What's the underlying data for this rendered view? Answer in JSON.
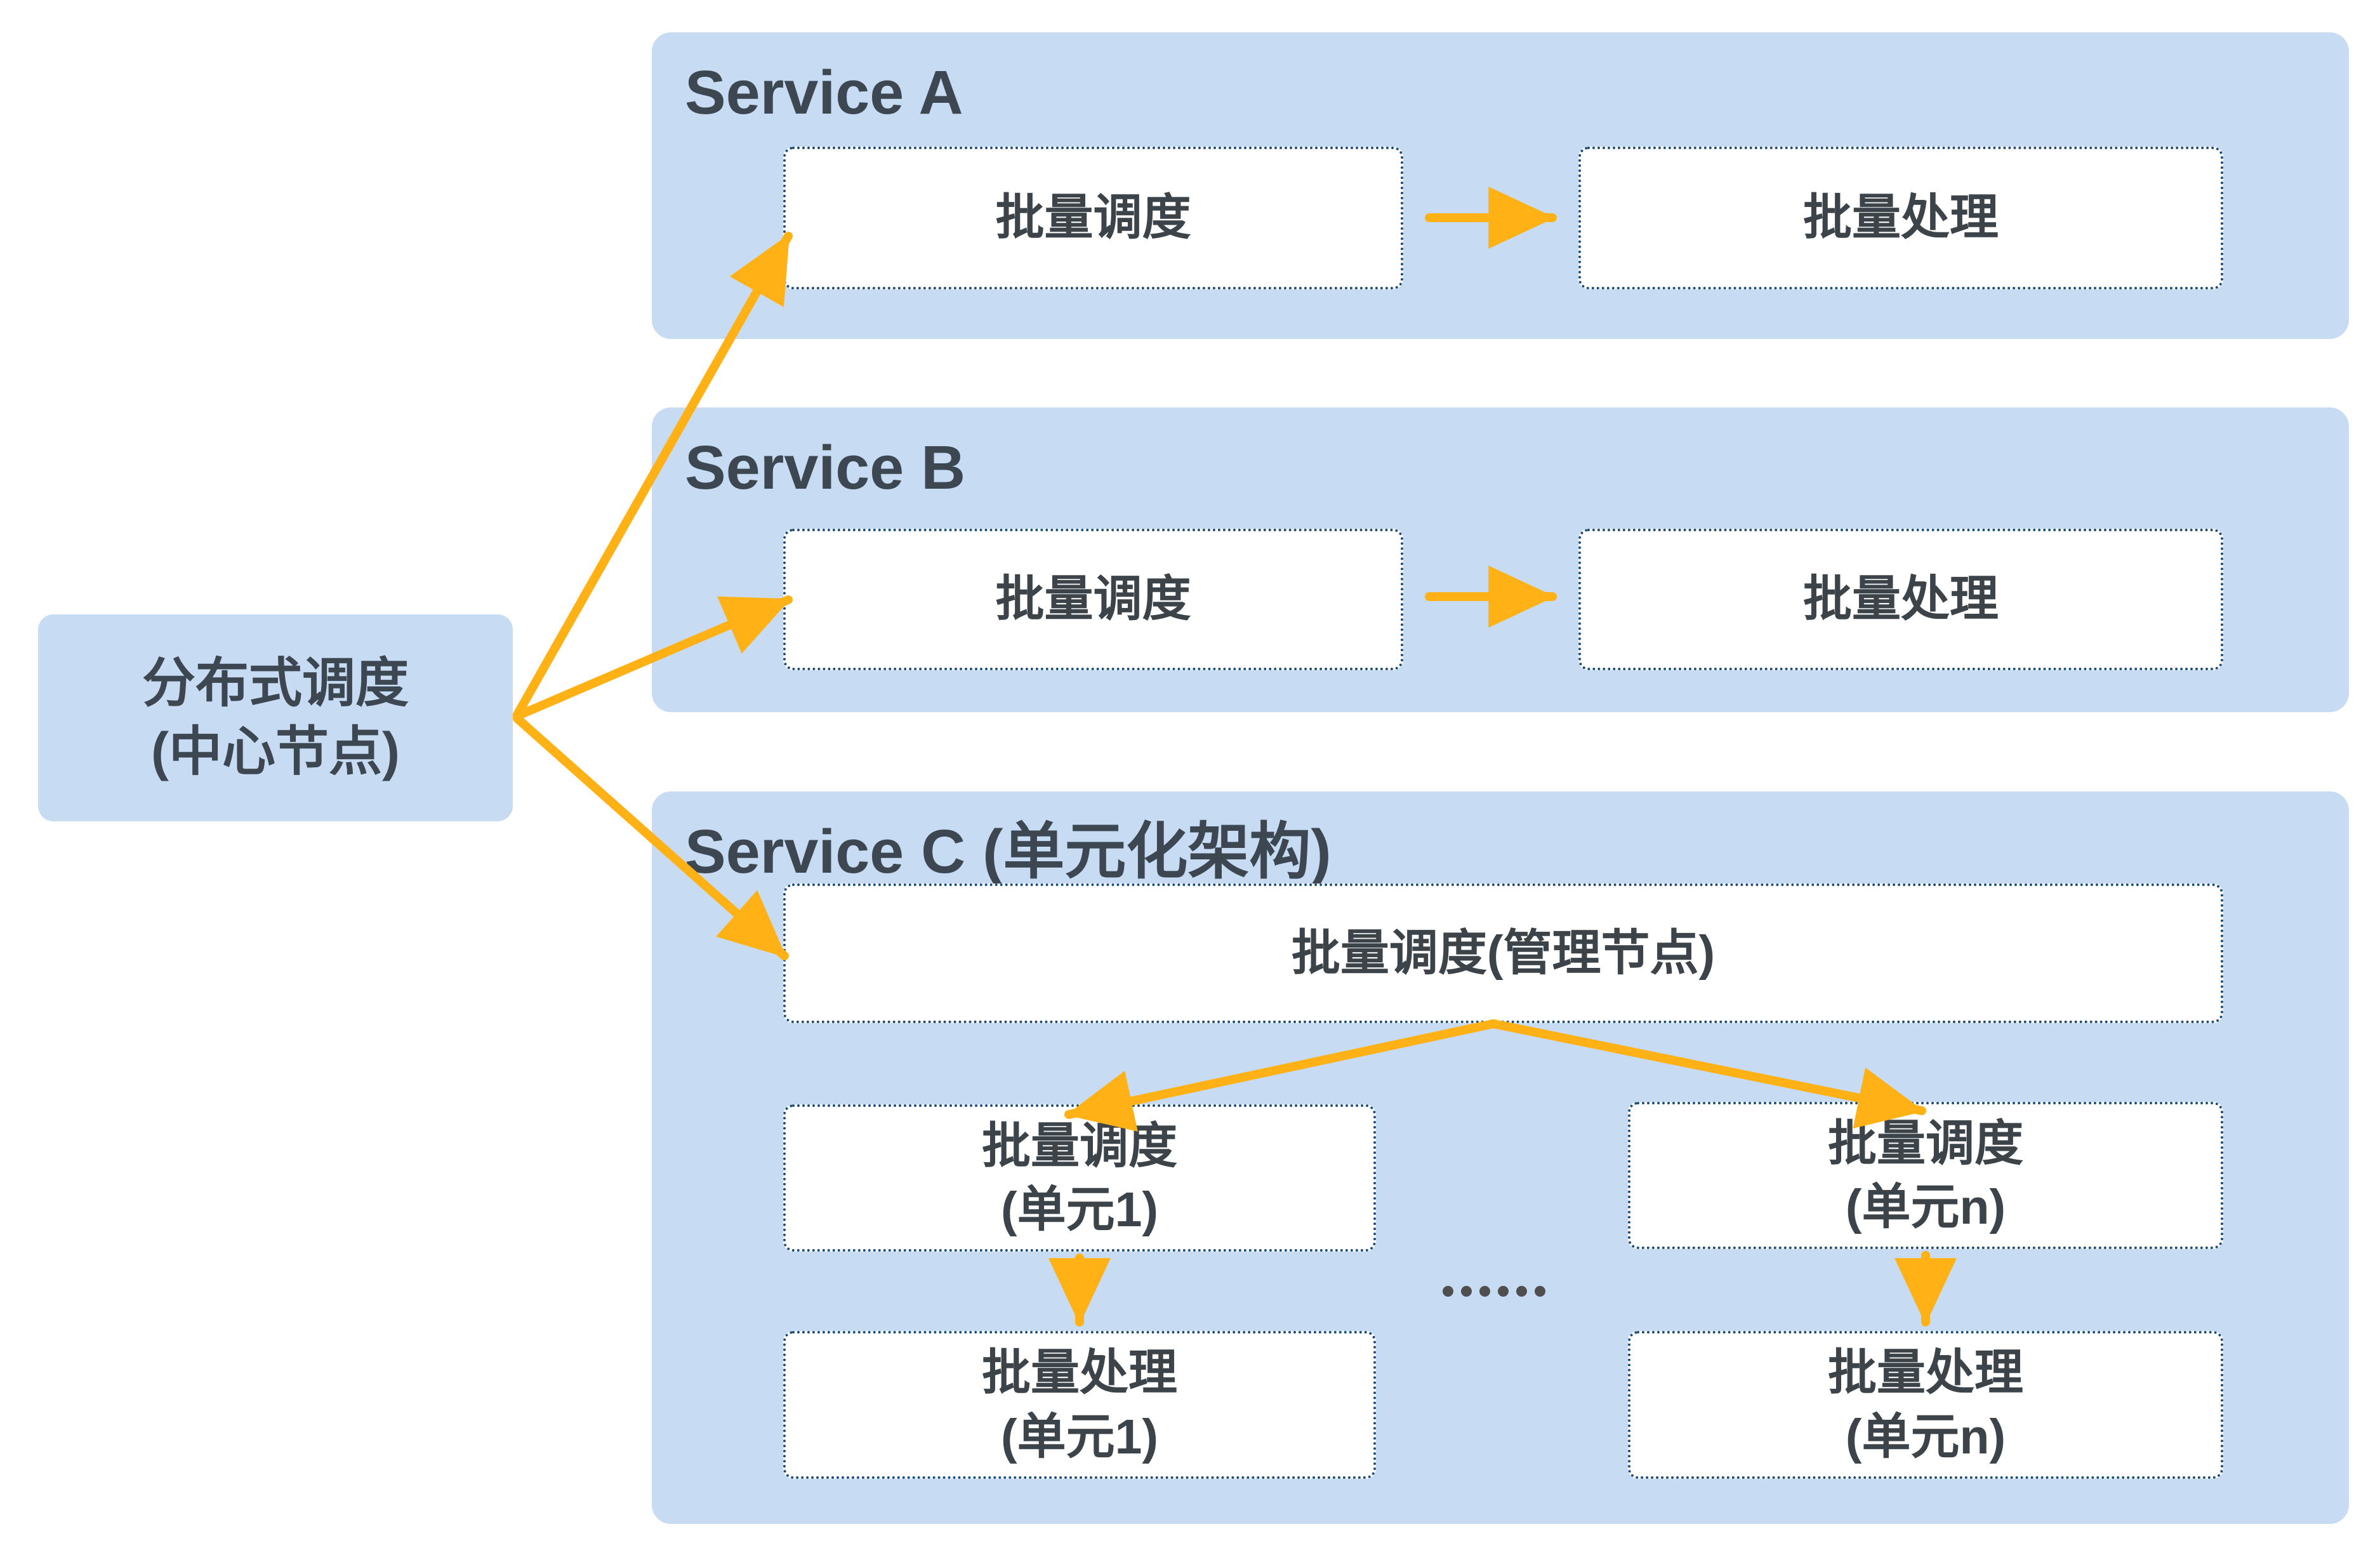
{
  "colors": {
    "panel_blue": "#c7dbf2",
    "box_border_navy": "#1b4c77",
    "arrow_orange": "#ffb115",
    "title_text": "#3d4752",
    "box_text": "#3c4349",
    "ellipsis_dots": "#4f4f4f",
    "background": "#ffffff",
    "box_fill": "#ffffff"
  },
  "left_node": {
    "line1": "分布式调度",
    "line2": "(中心节点)"
  },
  "service_a": {
    "title": "Service A",
    "scheduler": "批量调度",
    "processor": "批量处理"
  },
  "service_b": {
    "title": "Service B",
    "scheduler": "批量调度",
    "processor": "批量处理"
  },
  "service_c": {
    "title": "Service C (单元化架构)",
    "manager": "批量调度(管理节点)",
    "unit1_scheduler": {
      "line1": "批量调度",
      "line2": "(单元1)"
    },
    "unitn_scheduler": {
      "line1": "批量调度",
      "line2": "(单元n)"
    },
    "unit1_processor": {
      "line1": "批量处理",
      "line2": "(单元1)"
    },
    "unitn_processor": {
      "line1": "批量处理",
      "line2": "(单元n)"
    },
    "ellipsis_text": "……",
    "ellipsis_dot_count": 6
  }
}
